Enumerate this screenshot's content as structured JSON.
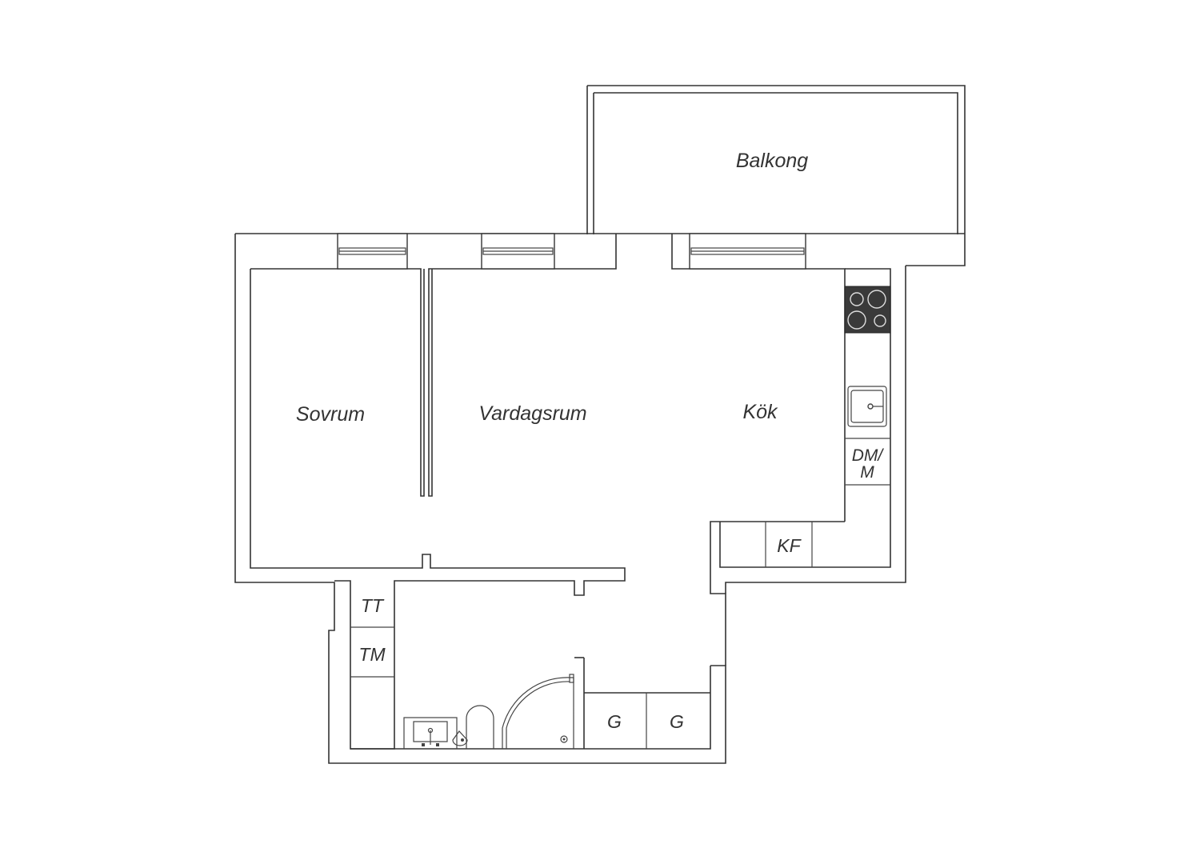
{
  "rooms": {
    "balkong": "Balkong",
    "sovrum": "Sovrum",
    "vardagsrum": "Vardagsrum",
    "kok": "Kök"
  },
  "fixtures": {
    "dishwasher_line1": "DM/",
    "dishwasher_line2": "M",
    "fridge_freezer": "KF",
    "tumble_dryer": "TT",
    "washing_machine": "TM",
    "wardrobe_1": "G",
    "wardrobe_2": "G"
  },
  "colors": {
    "line": "#333333",
    "stove": "#3a3a3a",
    "background": "#ffffff"
  }
}
